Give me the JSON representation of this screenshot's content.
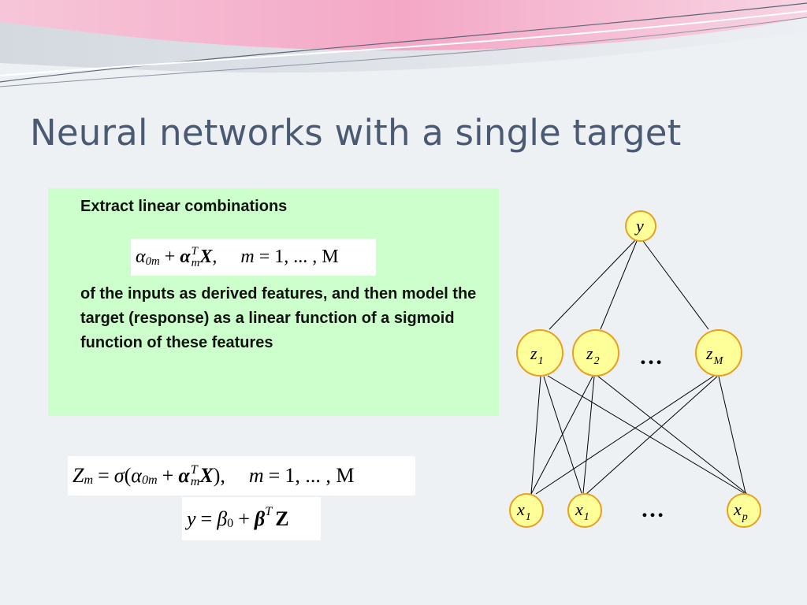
{
  "slide": {
    "title": "Neural networks with a single target",
    "intro_text": "Extract linear combinations",
    "description_text": "of the inputs as derived features, and then model the target (response) as a linear function of a sigmoid function of these features"
  },
  "colors": {
    "title": "#4a5a72",
    "green_box": "#ccffcc",
    "node_fill": "#ffff99",
    "node_border": "#e8a020",
    "header_pink": "#f2a6c4"
  },
  "equations": {
    "alpha": {
      "alpha": "α",
      "sub_0m": "0m",
      "plus": "+",
      "bold_alpha": "α",
      "sup_T": "T",
      "sub_m": "m",
      "X": "X",
      "comma": ",",
      "m": "m",
      "eq": "=",
      "range": "1, ... , M"
    },
    "z": {
      "Z": "Z",
      "sub_m": "m",
      "eq": "=",
      "sigma": "σ",
      "lparen": "(",
      "alpha": "α",
      "sub_0m": "0m",
      "plus": "+",
      "bold_alpha": "α",
      "sup_T": "T",
      "sub_m2": "m",
      "X": "X",
      "rparen": "),",
      "m": "m",
      "eq2": "=",
      "range": "1, ... , M"
    },
    "y": {
      "y": "y",
      "eq": "=",
      "beta": "β",
      "sub_0": "0",
      "plus": "+",
      "bold_beta": "β",
      "sup_T": "T",
      "Z": "Z"
    }
  },
  "network": {
    "output_node": {
      "label": "y"
    },
    "hidden_nodes": [
      {
        "label": "z",
        "sub": "1"
      },
      {
        "label": "z",
        "sub": "2"
      },
      {
        "label": "z",
        "sub": "M"
      }
    ],
    "input_nodes": [
      {
        "label": "x",
        "sub": "1"
      },
      {
        "label": "x",
        "sub": "1"
      },
      {
        "label": "x",
        "sub": "p"
      }
    ],
    "hidden_ellipsis": "…",
    "input_ellipsis": "…"
  }
}
